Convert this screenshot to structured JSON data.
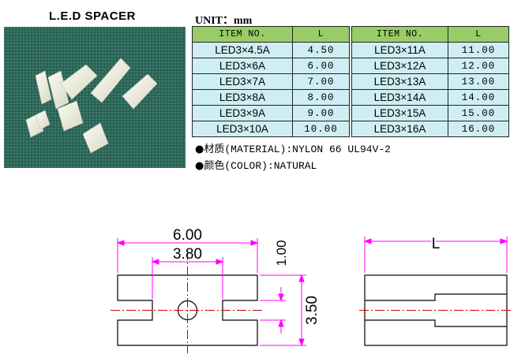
{
  "title": "L.E.D  SPACER",
  "unit_label": "UNIT：mm",
  "table": {
    "headers": [
      "ITEM NO.",
      "L",
      "ITEM NO.",
      "L"
    ],
    "rows": [
      [
        "LED3×4.5A",
        "4.50",
        "LED3×11A",
        "11.00"
      ],
      [
        "LED3×6A",
        "6.00",
        "LED3×12A",
        "12.00"
      ],
      [
        "LED3×7A",
        "7.00",
        "LED3×13A",
        "13.00"
      ],
      [
        "LED3×8A",
        "8.00",
        "LED3×14A",
        "14.00"
      ],
      [
        "LED3×9A",
        "9.00",
        "LED3×15A",
        "15.00"
      ],
      [
        "LED3×10A",
        "10.00",
        "LED3×16A",
        "16.00"
      ]
    ]
  },
  "notes": {
    "material": "材质(MATERIAL):NYLON 66 UL94V-2",
    "color": "颜色(COLOR):NATURAL"
  },
  "drawing": {
    "dim_width": "6.00",
    "dim_inner": "3.80",
    "dim_slot": "1.00",
    "dim_height": "3.50",
    "dim_length": "L"
  },
  "colors": {
    "header_bg": "#99cc66",
    "cell_bg": "#cfeef3",
    "dimension": "#ff00ff",
    "centerline": "#cc0000",
    "photo_bg": "#2f6a5c"
  }
}
